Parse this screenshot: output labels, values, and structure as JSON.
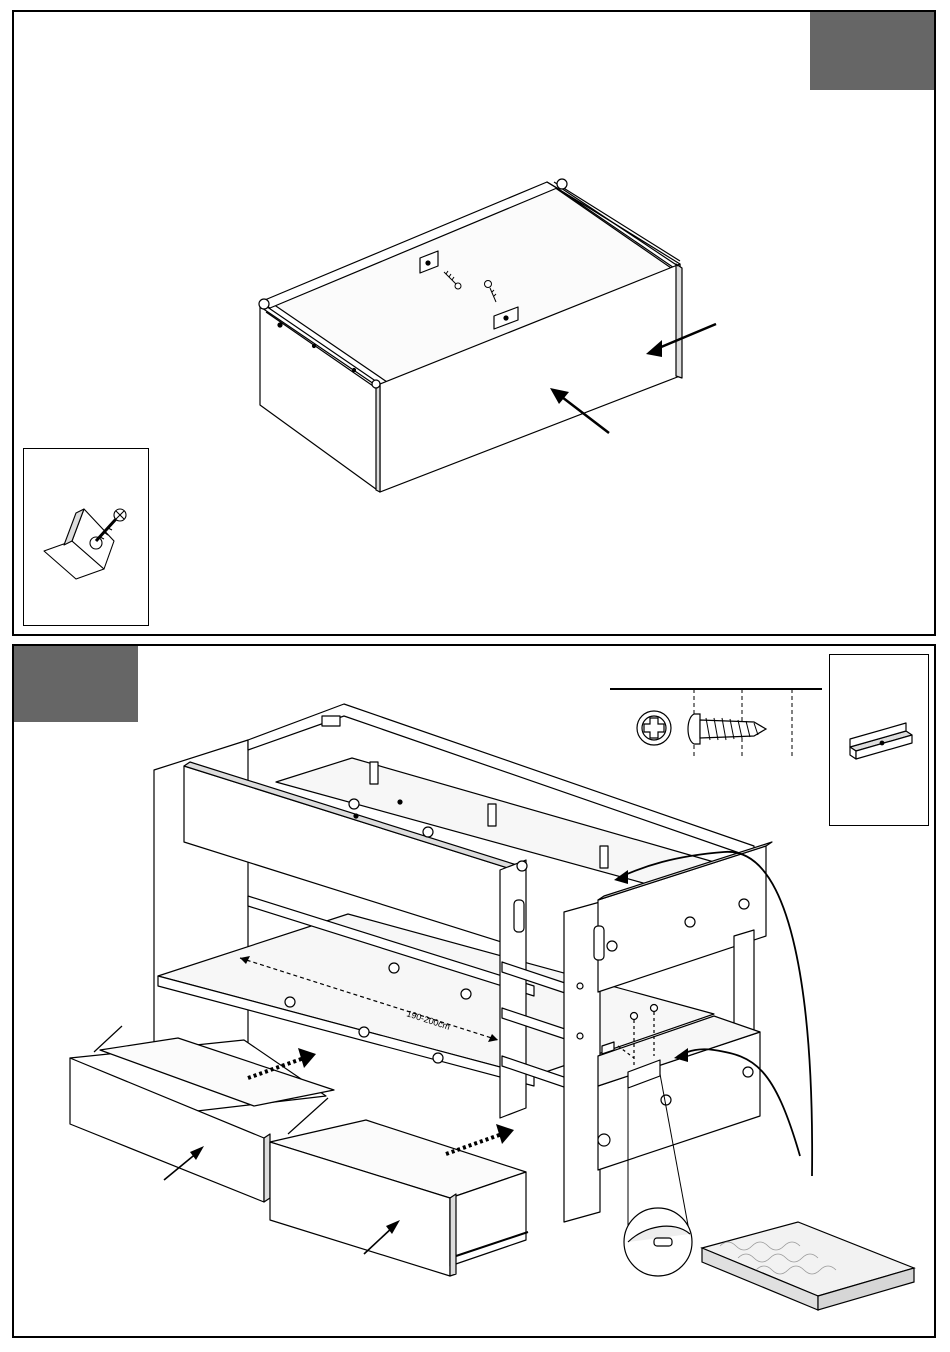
{
  "steps": [
    {
      "id": "top",
      "step_number": "",
      "badge_color": "#666666"
    },
    {
      "id": "bottom",
      "step_number": "",
      "badge_color": "#666666"
    }
  ],
  "dimension_label": "190-200cm",
  "icons": {
    "bracket_screw": "bracket-with-screw-icon",
    "screw_actual_size": "phillips-screw-icon",
    "corner_bracket": "corner-bracket-icon",
    "mattress": "mattress-icon",
    "detail_magnifier": "magnified-detail-icon"
  },
  "colors": {
    "line": "#000000",
    "badge": "#666666",
    "panel_fill": "#ffffff",
    "shade": "#e6e6e6"
  }
}
